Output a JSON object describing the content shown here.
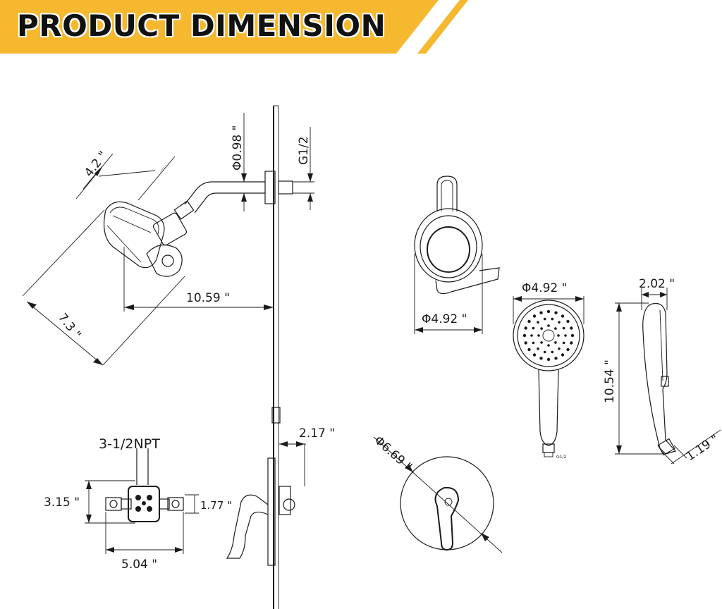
{
  "banner": {
    "title": "PRODUCT DIMENSION",
    "color": "#F5B82E"
  },
  "dimensions": {
    "head_width": "4.2 \"",
    "arm_diameter": "Φ0.98 \"",
    "thread": "G1/2",
    "head_length": "7.3 \"",
    "arm_reach": "10.59 \"",
    "holder_diameter": "Φ4.92 \"",
    "hand_face_diameter": "Φ4.92 \"",
    "hand_depth": "2.02 \"",
    "hand_length": "10.54 \"",
    "hand_handle": "1.19 \"",
    "valve_inlet": "3-1/2NPT",
    "valve_height": "3.15 \"",
    "valve_depth": "1.77 \"",
    "valve_width": "5.04 \"",
    "trim_offset": "2.17 \"",
    "trim_diameter": "Φ6.69 \"",
    "hose_thread_small": "G1/2"
  }
}
